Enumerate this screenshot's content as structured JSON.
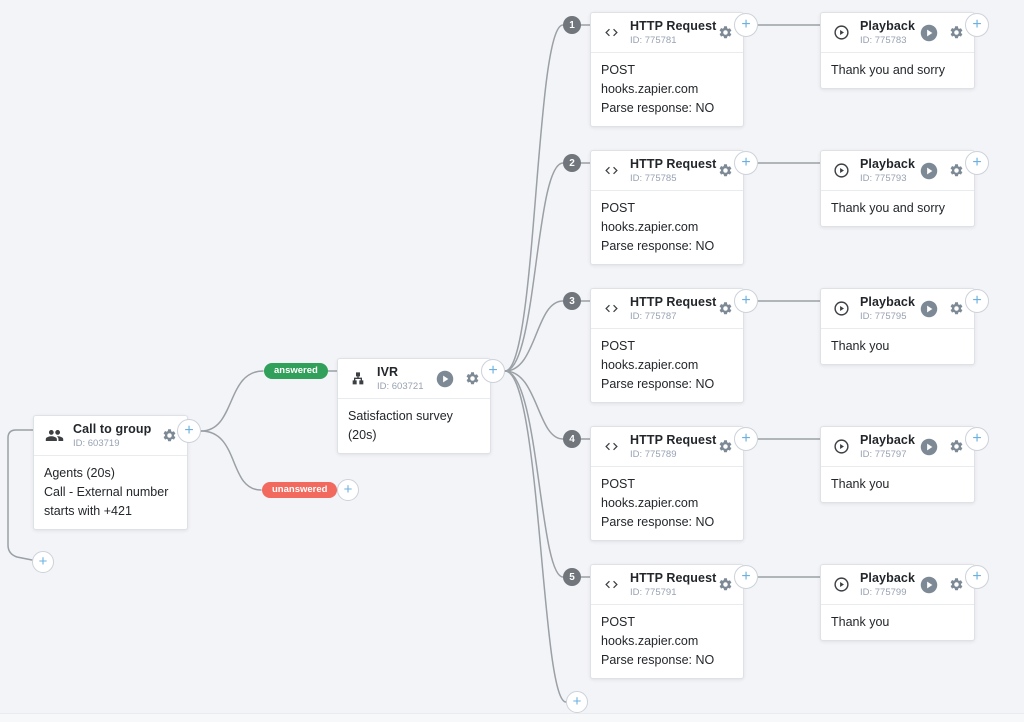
{
  "colors": {
    "background": "#f3f4f7",
    "answered_green": "#31a05a",
    "unanswered_red": "#f16a5d",
    "plus_blue": "#6cb0df",
    "wire_gray": "#9aa0a6",
    "branch_badge_gray": "#70767b"
  },
  "left_flow": {
    "call_group": {
      "icon": "people-icon",
      "title": "Call to group",
      "id": "ID: 603719",
      "body_line1": "Agents (20s)",
      "body_line2": "Call - External number starts with +421"
    },
    "answered_label": "answered",
    "unanswered_label": "unanswered",
    "ivr": {
      "icon": "sitemap-icon",
      "title": "IVR",
      "id": "ID: 603721",
      "body": "Satisfaction survey (20s)"
    }
  },
  "branches": [
    {
      "num": "1",
      "http": {
        "icon": "code-icon",
        "title": "HTTP Request",
        "id": "ID: 775781",
        "body_line1": "POST hooks.zapier.com",
        "body_line2": "Parse response: NO"
      },
      "playback": {
        "icon": "play-circle-icon",
        "title": "Playback",
        "id": "ID: 775783",
        "body": "Thank you and sorry"
      }
    },
    {
      "num": "2",
      "http": {
        "icon": "code-icon",
        "title": "HTTP Request",
        "id": "ID: 775785",
        "body_line1": "POST hooks.zapier.com",
        "body_line2": "Parse response: NO"
      },
      "playback": {
        "icon": "play-circle-icon",
        "title": "Playback",
        "id": "ID: 775793",
        "body": "Thank you and sorry"
      }
    },
    {
      "num": "3",
      "http": {
        "icon": "code-icon",
        "title": "HTTP Request",
        "id": "ID: 775787",
        "body_line1": "POST hooks.zapier.com",
        "body_line2": "Parse response: NO"
      },
      "playback": {
        "icon": "play-circle-icon",
        "title": "Playback",
        "id": "ID: 775795",
        "body": "Thank you"
      }
    },
    {
      "num": "4",
      "http": {
        "icon": "code-icon",
        "title": "HTTP Request",
        "id": "ID: 775789",
        "body_line1": "POST hooks.zapier.com",
        "body_line2": "Parse response: NO"
      },
      "playback": {
        "icon": "play-circle-icon",
        "title": "Playback",
        "id": "ID: 775797",
        "body": "Thank you"
      }
    },
    {
      "num": "5",
      "http": {
        "icon": "code-icon",
        "title": "HTTP Request",
        "id": "ID: 775791",
        "body_line1": "POST hooks.zapier.com",
        "body_line2": "Parse response: NO"
      },
      "playback": {
        "icon": "play-circle-icon",
        "title": "Playback",
        "id": "ID: 775799",
        "body": "Thank you"
      }
    }
  ]
}
